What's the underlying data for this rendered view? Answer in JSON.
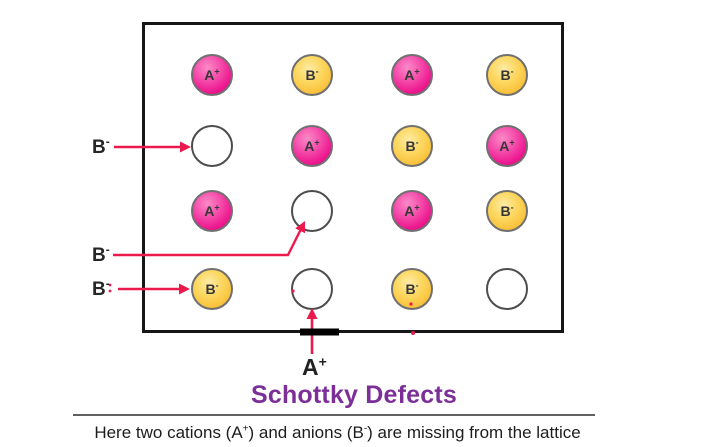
{
  "title": {
    "text": "Schottky Defects"
  },
  "caption": {
    "part1": "Here two cations (A",
    "sup1": "+",
    "part2": ") and anions (B",
    "sup2": "-",
    "part3": ") are missing from the lattice"
  },
  "lattice": {
    "rows": 4,
    "cols": 4,
    "sites": [
      {
        "row": 1,
        "col": 1,
        "type": "cation",
        "ion": "A",
        "charge": "+"
      },
      {
        "row": 1,
        "col": 2,
        "type": "anion",
        "ion": "B",
        "charge": "-"
      },
      {
        "row": 1,
        "col": 3,
        "type": "cation",
        "ion": "A",
        "charge": "+"
      },
      {
        "row": 1,
        "col": 4,
        "type": "anion",
        "ion": "B",
        "charge": "-"
      },
      {
        "row": 2,
        "col": 1,
        "type": "vacancy",
        "ion": "",
        "charge": ""
      },
      {
        "row": 2,
        "col": 2,
        "type": "cation",
        "ion": "A",
        "charge": "+"
      },
      {
        "row": 2,
        "col": 3,
        "type": "anion",
        "ion": "B",
        "charge": "-"
      },
      {
        "row": 2,
        "col": 4,
        "type": "cation",
        "ion": "A",
        "charge": "+"
      },
      {
        "row": 3,
        "col": 1,
        "type": "cation",
        "ion": "A",
        "charge": "+"
      },
      {
        "row": 3,
        "col": 2,
        "type": "vacancy",
        "ion": "",
        "charge": ""
      },
      {
        "row": 3,
        "col": 3,
        "type": "cation",
        "ion": "A",
        "charge": "+"
      },
      {
        "row": 3,
        "col": 4,
        "type": "anion",
        "ion": "B",
        "charge": "-"
      },
      {
        "row": 4,
        "col": 1,
        "type": "anion",
        "ion": "B",
        "charge": "-"
      },
      {
        "row": 4,
        "col": 2,
        "type": "vacancy",
        "ion": "",
        "charge": ""
      },
      {
        "row": 4,
        "col": 3,
        "type": "anion",
        "ion": "B",
        "charge": "-"
      },
      {
        "row": 4,
        "col": 4,
        "type": "vacancy",
        "ion": "",
        "charge": ""
      }
    ]
  },
  "annotations": {
    "left_labels": [
      {
        "ion": "B",
        "charge": "-"
      },
      {
        "ion": "B",
        "charge": "-"
      },
      {
        "ion": "B",
        "charge": "-"
      }
    ],
    "bottom_label": {
      "ion": "A",
      "charge": "+"
    }
  },
  "colors": {
    "cation_pink": "#EE1B92",
    "anion_yellow": "#FAC440",
    "arrow_red": "#EB1A4D",
    "title_purple": "#7C3097",
    "box_border": "#161616"
  }
}
